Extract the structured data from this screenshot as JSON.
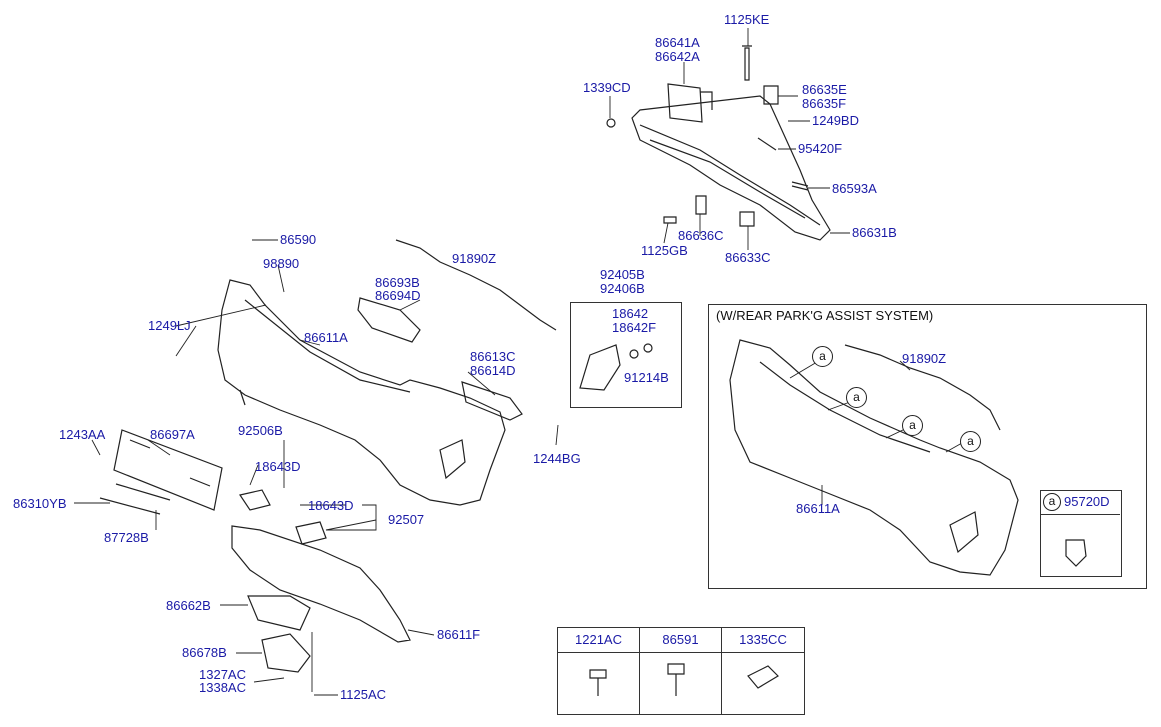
{
  "labels": {
    "p1125KE": "1125KE",
    "p86641A": "86641A",
    "p86642A": "86642A",
    "p1339CD": "1339CD",
    "p86635E": "86635E",
    "p86635F": "86635F",
    "p1249BD": "1249BD",
    "p95420F": "95420F",
    "p86593A": "86593A",
    "p86631B": "86631B",
    "p1125GB": "1125GB",
    "p86636C": "86636C",
    "p86633C": "86633C",
    "p86590": "86590",
    "p98890": "98890",
    "p91890Z_main": "91890Z",
    "p86693B": "86693B",
    "p86694D": "86694D",
    "p92405B": "92405B",
    "p92406B": "92406B",
    "p18642": "18642",
    "p18642F": "18642F",
    "p91214B": "91214B",
    "p1249LJ": "1249LJ",
    "p86611A_main": "86611A",
    "p86613C": "86613C",
    "p86614D": "86614D",
    "p1244BG": "1244BG",
    "p1243AA": "1243AA",
    "p86697A": "86697A",
    "p92506B": "92506B",
    "p18643D_top": "18643D",
    "p86310YB": "86310YB",
    "p18643D_mid": "18643D",
    "p92507": "92507",
    "p87728B": "87728B",
    "p86662B": "86662B",
    "p86611F": "86611F",
    "p86678B": "86678B",
    "p1327AC": "1327AC",
    "p1338AC": "1338AC",
    "p1125AC": "1125AC"
  },
  "inset": {
    "title": "(W/REAR PARK'G ASSIST SYSTEM)",
    "wiring_label": "91890Z",
    "bumper_label": "86611A",
    "callout_letter": "a",
    "legend_letter": "a",
    "legend_part": "95720D"
  },
  "fastener_table": {
    "headers": [
      "1221AC",
      "86591",
      "1335CC"
    ]
  }
}
